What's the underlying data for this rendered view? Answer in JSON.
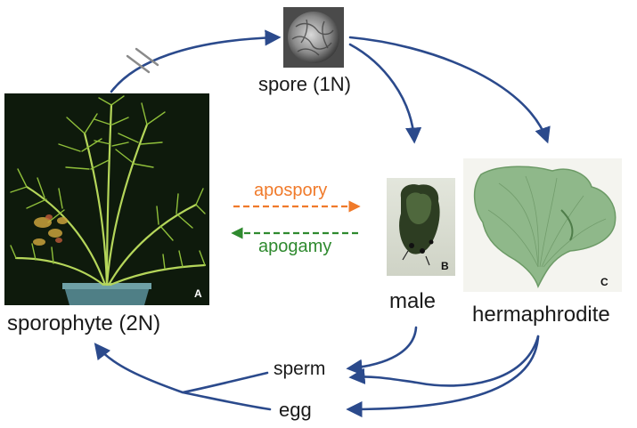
{
  "nodes": {
    "spore": "spore (1N)",
    "sporophyte": "sporophyte (2N)",
    "male": "male",
    "hermaphrodite": "hermaphrodite",
    "sperm": "sperm",
    "egg": "egg"
  },
  "pathways": {
    "apospory": "apospory",
    "apogamy": "apogamy"
  },
  "panels": {
    "a": "A",
    "b": "B",
    "c": "C"
  },
  "colors": {
    "arrow": "#2b4a8c",
    "apospory": "#f07a2a",
    "apogamy": "#2f8a2f",
    "sporophyte_bg": "#0e1a0c",
    "frond": "#8fbf3a",
    "gametophyte": "#8fb88a"
  },
  "icons": {
    "break_mark": "double-slash"
  }
}
